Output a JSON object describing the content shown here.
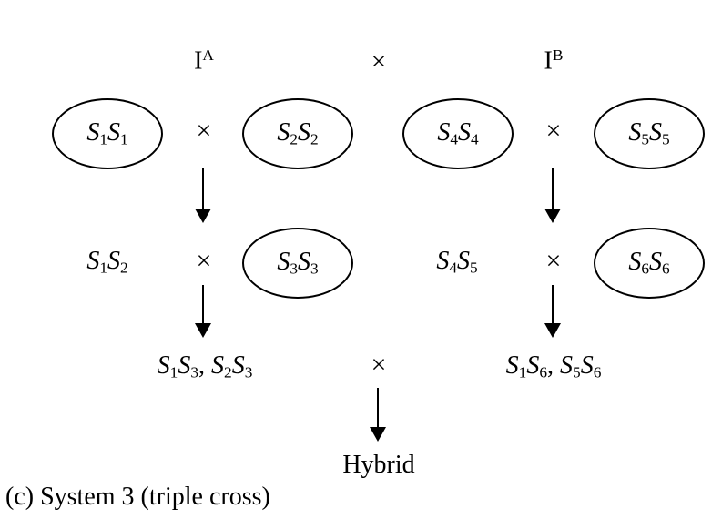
{
  "parents": {
    "group_a": {
      "label": "I",
      "sup": "A"
    },
    "group_b": {
      "label": "I",
      "sup": "B"
    }
  },
  "cross_symbol": "×",
  "row1": [
    {
      "letter": "S",
      "i": "1",
      "j": "1"
    },
    {
      "letter": "S",
      "i": "2",
      "j": "2"
    },
    {
      "letter": "S",
      "i": "4",
      "j": "4"
    },
    {
      "letter": "S",
      "i": "5",
      "j": "5"
    }
  ],
  "row2": {
    "left_hybrid": {
      "letter": "S",
      "i": "1",
      "j": "2"
    },
    "left_tester": {
      "letter": "S",
      "i": "3",
      "j": "3"
    },
    "right_hybrid": {
      "letter": "S",
      "i": "4",
      "j": "5"
    },
    "right_tester": {
      "letter": "S",
      "i": "6",
      "j": "6"
    }
  },
  "row3": {
    "left": [
      {
        "letter": "S",
        "i": "1",
        "j": "3"
      },
      {
        "letter": "S",
        "i": "2",
        "j": "3"
      }
    ],
    "right": [
      {
        "letter": "S",
        "i": "1",
        "j": "6"
      },
      {
        "letter": "S",
        "i": "5",
        "j": "6"
      }
    ],
    "separator": ","
  },
  "result": "Hybrid",
  "caption": "(c) System 3 (triple cross)"
}
